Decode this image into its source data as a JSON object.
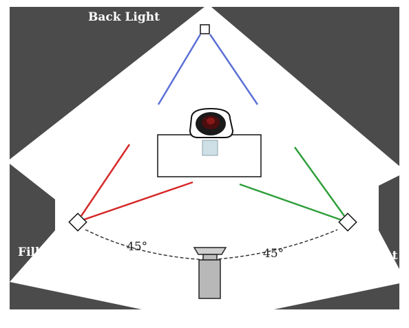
{
  "labels": {
    "back_light": "Back Light",
    "fill_light": "Fill Light",
    "key_light": "Key Light",
    "angle_left": "45°",
    "angle_right": "45°"
  },
  "colors": {
    "background": "#4a4a4a",
    "floor": "#ffffff",
    "back_beam": "#5b6fd6",
    "fill_beam": "#d62828",
    "key_beam": "#2e9e3a"
  },
  "icons": {
    "back_light": "square-light-icon",
    "fill_light": "diamond-light-icon",
    "key_light": "diamond-light-icon",
    "camera": "camera-icon",
    "subject": "person-topview-icon"
  }
}
